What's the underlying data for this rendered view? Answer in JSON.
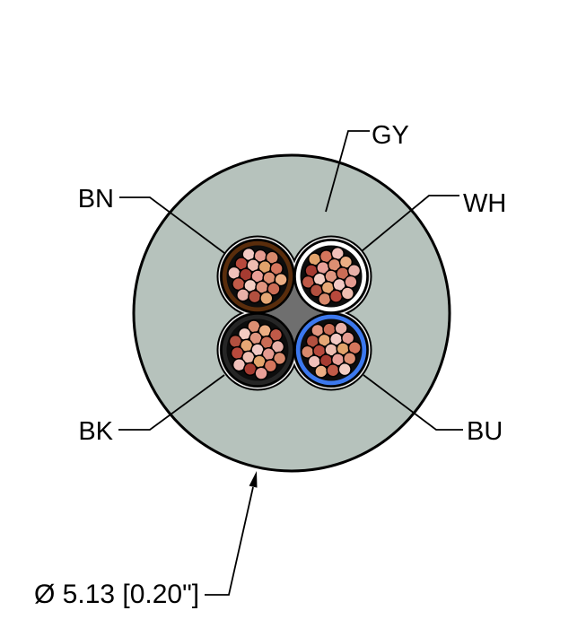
{
  "figure": {
    "type": "cable-cross-section-diagram",
    "labels": {
      "jacket": "GY",
      "conductor_top_left": "BN",
      "conductor_top_right": "WH",
      "conductor_bottom_left": "BK",
      "conductor_bottom_right": "BU"
    },
    "dimension_label": "Ø 5.13 [0.20\"]",
    "colors": {
      "jacket": "#b6c2bc",
      "outline": "#000000",
      "tape": "#ffffff",
      "filler": "#6f6f6f",
      "conductor_bn": "#5a2d0c",
      "conductor_wh": "#ffffff",
      "conductor_bk": "#262626",
      "conductor_bu": "#3c78ee",
      "strand_backing": "#0d0d0d"
    },
    "strand_palette": [
      "#f2c9c4",
      "#e59b90",
      "#d8896c",
      "#b8493c",
      "#eebdb0",
      "#e2a36b",
      "#d4755c",
      "#f0c0ba",
      "#a63b31",
      "#e89f97",
      "#dd8f72",
      "#ecae84",
      "#c05a48",
      "#f3cdc3",
      "#e0957f",
      "#ca6c55",
      "#e8b0a8",
      "#b2503f",
      "#e6a775"
    ]
  }
}
